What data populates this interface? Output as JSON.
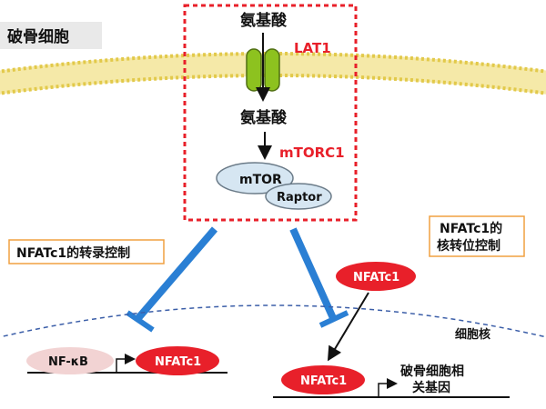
{
  "cell_label": "破骨细胞",
  "amino_acid_top": "氨基酸",
  "amino_acid_inside": "氨基酸",
  "transporter": "LAT1",
  "complex_name": "mTORC1",
  "mtor": "mTOR",
  "raptor": "Raptor",
  "box_left": "NFATc1的转录控制",
  "box_right_line1": "NFATc1的",
  "box_right_line2": "核转位控制",
  "nucleus_label": "细胞核",
  "nfkb": "NF-κB",
  "nfatc1_promoter": "NFATc1",
  "nfatc1_cytoplasm": "NFATc1",
  "nfatc1_nucleus": "NFATc1",
  "target_line1": "破骨细胞相",
  "target_line2": "关基因",
  "colors": {
    "red_accent": "#e8202a",
    "blue_inhibit": "#2a7fd4",
    "membrane": "#f3e69a",
    "transporter_green": "#8dc21f",
    "mtor_fill": "#d6e6f2"
  }
}
